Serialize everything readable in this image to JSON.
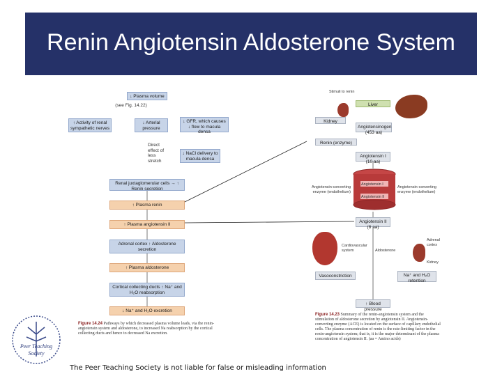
{
  "title": "Renin Angiotensin Aldosterone System",
  "footer": "The Peer Teaching Society is not liable for false or misleading information",
  "logo_text": "Peer Teaching Society",
  "colors": {
    "title_bar": "#253168",
    "blue_box": "#c7d4e8",
    "orange_box": "#f5d1ad"
  },
  "left_figure": {
    "plasma_volume": "↓ Plasma volume",
    "see_fig": "(see Fig. 14.22)",
    "renal_sympathetic": "↑ Activity of renal sympathetic nerves",
    "arterial_pressure": "↓ Arterial pressure",
    "gfr": "↓ GFR, which causes ↓ flow to macula densa",
    "direct_effect": "Direct effect of less stretch",
    "nacl_delivery": "↓ NaCl delivery to macula densa",
    "juxtaglomerular": "Renal juxtaglomerular cells → ↑ Renin secretion",
    "plasma_renin": "↑ Plasma renin",
    "plasma_angiotensin": "↑ Plasma angiotensin II",
    "adrenal_cortex": "Adrenal cortex ↑ Aldosterone secretion",
    "plasma_aldosterone": "↑ Plasma aldosterone",
    "cortical_ducts": "Cortical collecting ducts ↑ Na⁺ and H₂O reabsorption",
    "excretion": "↓ Na⁺ and H₂O excretion",
    "caption_label": "Figure 14.24",
    "caption_text": "Pathways by which decreased plasma volume leads, via the renin-angiotensin system and aldosterone, to increased Na reabsorption by the cortical collecting ducts and hence to decreased Na excretion."
  },
  "right_figure": {
    "stimuli": "Stimuli to renin",
    "liver": "Liver",
    "kidney_top": "Kidney",
    "angiotensinogen": "Angiotensinogen (453 aa)",
    "renin_enzyme": "Renin (enzyme)",
    "angiotensin_i_top": "Angiotensin I (10 aa)",
    "ace_left": "Angiotensin-converting enzyme (endothelium)",
    "ace_right": "Angiotensin-converting enzyme (endothelium)",
    "vessel_angiotensin_i": "Angiotensin I",
    "vessel_angiotensin_ii": "Angiotensin II",
    "angiotensin_ii": "Angiotensin II (8 aa)",
    "cardiovascular": "Cardiovascular system",
    "aldosterone": "Aldosterone",
    "adrenal_cortex": "Adrenal cortex",
    "kidney_bottom": "Kidney",
    "vasoconstriction": "Vasoconstriction",
    "na_water_retention": "Na⁺ and H₂O retention",
    "blood_pressure": "↑ Blood pressure",
    "caption_label": "Figure 14.23",
    "caption_text": "Summary of the renin-angiotensin system and the stimulation of aldosterone secretion by angiotensin II. Angiotensin-converting enzyme (ACE) is located on the surface of capillary endothelial cells. The plasma concentration of renin is the rate-limiting factor in the renin-angiotensin system; that is, it is the major determinant of the plasma concentration of angiotensin II. (aa = Amino acids)"
  }
}
